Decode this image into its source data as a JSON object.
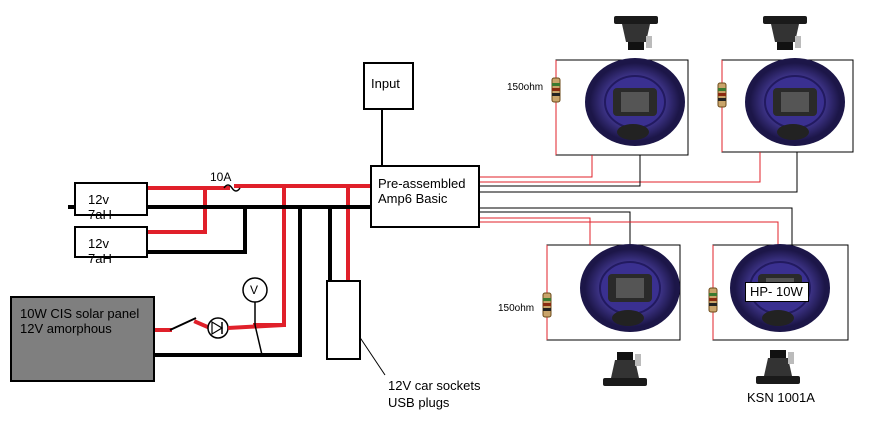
{
  "components": {
    "input_label": "Input",
    "amp_line1": "Pre-assembled",
    "amp_line2": "Amp6 Basic",
    "battery1_label": "12v 7aH",
    "battery2_label": "12v 7aH",
    "solar_line1": "10W CIS solar panel",
    "solar_line2": "12V amorphous",
    "fuse_label": "10A",
    "voltmeter_label": "V",
    "sockets_line1": "12V car sockets",
    "sockets_line2": "USB plugs",
    "resistor_top_label": "150ohm",
    "resistor_bottom_label": "150ohm",
    "hp_label": "HP- 10W",
    "tweeter_model_label": "KSN 1001A"
  },
  "colors": {
    "wire_positive": "#e0202a",
    "wire_ground": "#000000",
    "wire_speaker": "#000000",
    "speaker_blue": "#4a3fa0",
    "speaker_dark": "#1c1648",
    "panel_gray": "#7f7f7f"
  }
}
